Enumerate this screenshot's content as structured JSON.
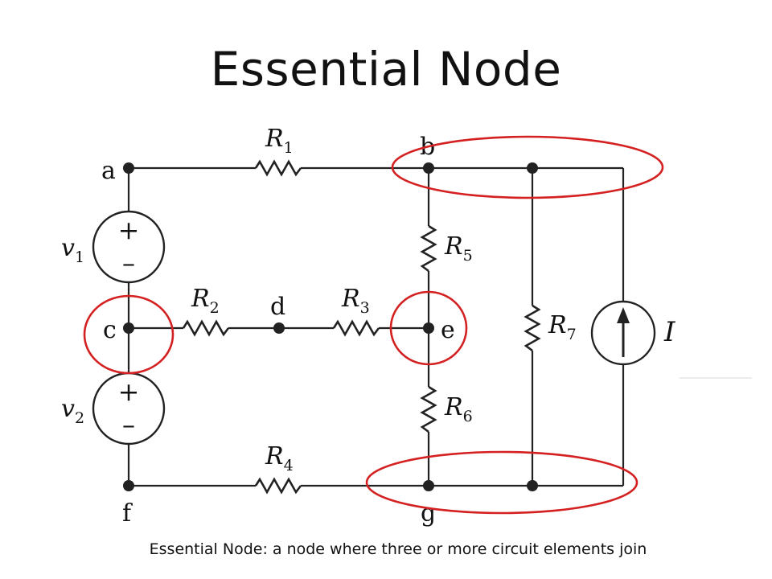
{
  "title": "Essential Node",
  "caption": "Essential Node: a node where three or more circuit elements join",
  "colors": {
    "highlight": "#d42020",
    "wire": "#222222"
  },
  "nodes": {
    "a": "a",
    "b": "b",
    "c": "c",
    "d": "d",
    "e": "e",
    "f": "f",
    "g": "g"
  },
  "components": {
    "R1": {
      "letter": "R",
      "sub": "1"
    },
    "R2": {
      "letter": "R",
      "sub": "2"
    },
    "R3": {
      "letter": "R",
      "sub": "3"
    },
    "R4": {
      "letter": "R",
      "sub": "4"
    },
    "R5": {
      "letter": "R",
      "sub": "5"
    },
    "R6": {
      "letter": "R",
      "sub": "6"
    },
    "R7": {
      "letter": "R",
      "sub": "7"
    },
    "v1": {
      "letter": "v",
      "sub": "1",
      "plus": "+",
      "minus": "–"
    },
    "v2": {
      "letter": "v",
      "sub": "2",
      "plus": "+",
      "minus": "–"
    },
    "I": {
      "letter": "I"
    }
  }
}
